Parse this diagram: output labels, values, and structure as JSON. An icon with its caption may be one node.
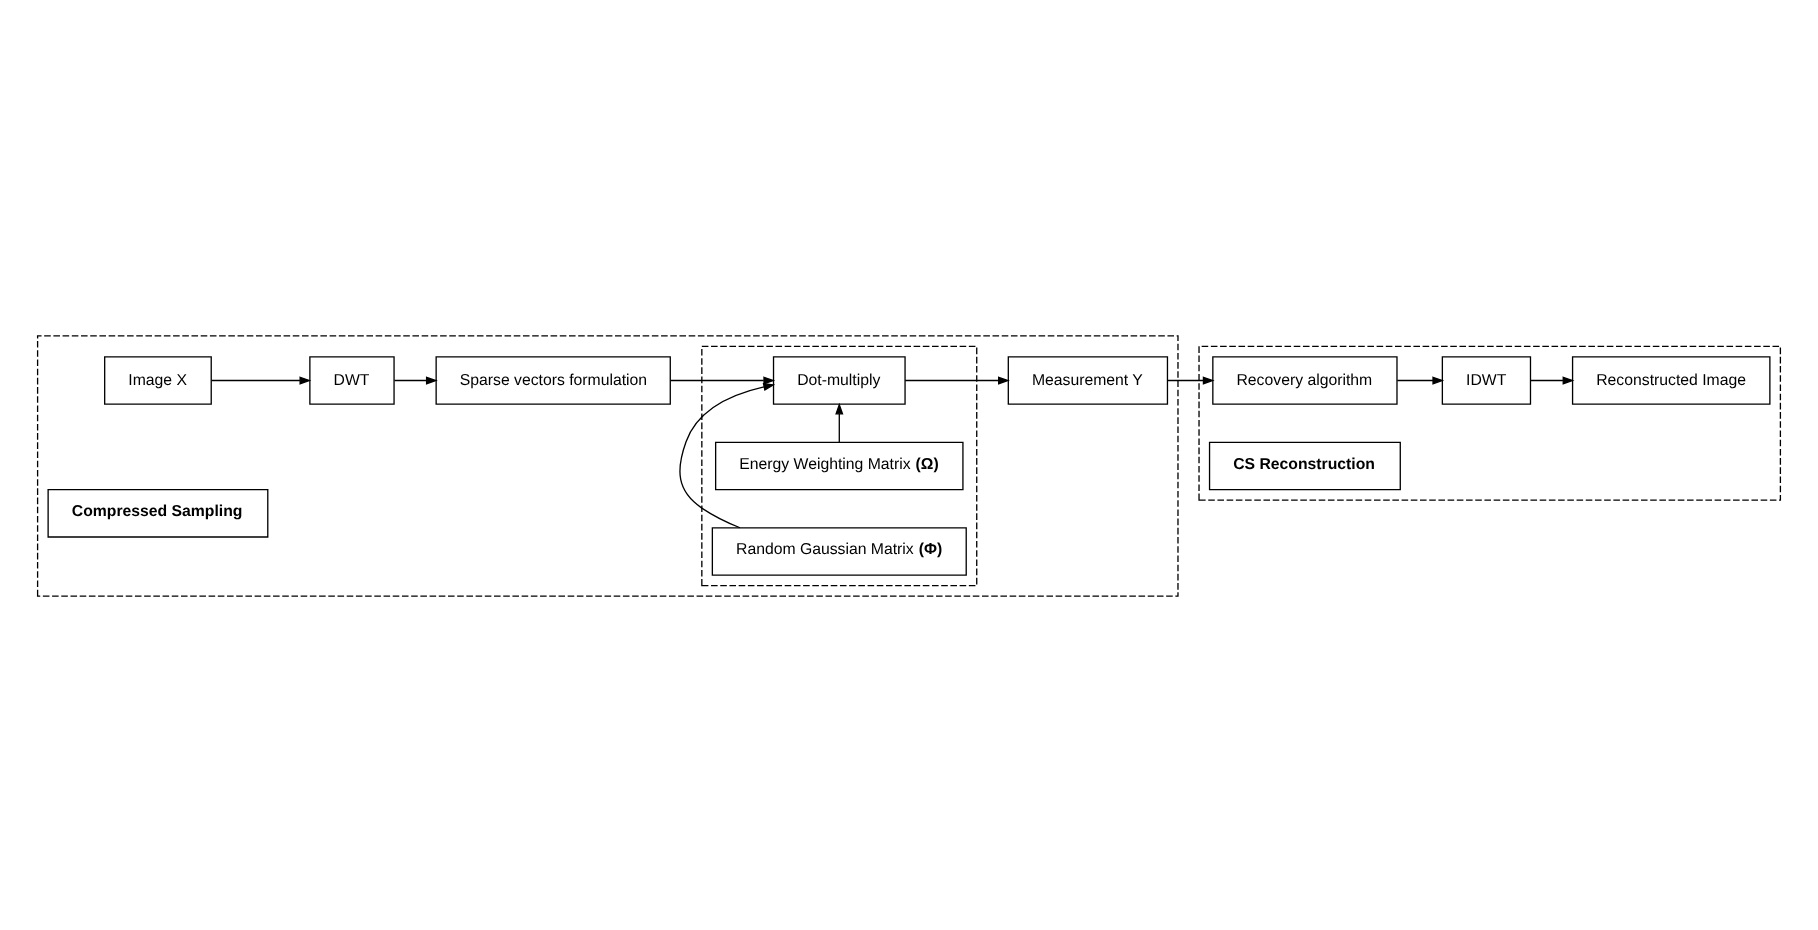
{
  "diagram": {
    "nodes": [
      {
        "text": [],
        "shape": "box"
      },
      {
        "text": [
          "Image X"
        ],
        "in": 0
      },
      {
        "text": [
          "DWT"
        ],
        "in": 0
      },
      {
        "text": [
          "Sparse vectors formulation"
        ],
        "in": 0
      },
      {
        "text": [],
        "shape": "box",
        "in": 0
      },
      {
        "text": [
          "Energy Weighting Matrix **(Ω)**"
        ],
        "in": 4
      },
      {
        "text": [
          "Dot-multiply"
        ],
        "in": 4
      },
      {
        "text": [
          "Random Gaussian Matrix **(Φ)**"
        ],
        "in": 4
      },
      {
        "text": [
          "Measurement Y"
        ],
        "in": 0
      },
      {
        "text": [
          "Compressed Sampling"
        ],
        "in": 0
      },
      {
        "text": [],
        "shape": "box"
      },
      {
        "text": [
          "Reconstructed Image"
        ],
        "in": 10
      },
      {
        "text": [
          "IDWT"
        ],
        "in": 10
      },
      {
        "text": [
          "Recovery algorithm"
        ],
        "in": 10
      },
      {
        "text": [
          "CS Reconstruction"
        ],
        "in": 10
      }
    ],
    "edges": [
      {
        "from": 1,
        "to": 2,
        "arrow": "to"
      },
      {
        "from": 2,
        "to": 3,
        "arrow": "to"
      },
      {
        "from": 3,
        "to": 6,
        "arrow": "to"
      },
      {
        "from": 5,
        "to": 6,
        "arrow": "to"
      },
      {
        "from": 7,
        "to": 6,
        "arrow": "to"
      },
      {
        "from": 6,
        "to": 8,
        "arrow": "to"
      },
      {
        "from": 8,
        "to": 13,
        "arrow": "to"
      },
      {
        "from": 13,
        "to": 12,
        "arrow": "to"
      },
      {
        "from": 12,
        "to": 11,
        "arrow": "to"
      }
    ]
  }
}
